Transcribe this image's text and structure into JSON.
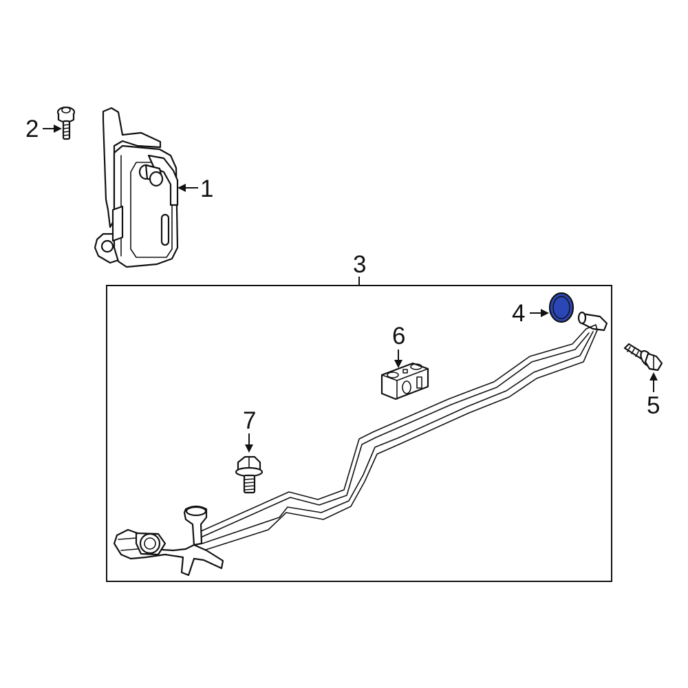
{
  "colors": {
    "background": "#ffffff",
    "line": "#111111",
    "highlight_part": "#2b47b5"
  },
  "callouts": [
    {
      "id": "1",
      "label": "1"
    },
    {
      "id": "2",
      "label": "2"
    },
    {
      "id": "3",
      "label": "3"
    },
    {
      "id": "4",
      "label": "4"
    },
    {
      "id": "5",
      "label": "5"
    },
    {
      "id": "6",
      "label": "6"
    },
    {
      "id": "7",
      "label": "7"
    }
  ],
  "highlighted_part": "4",
  "parts": [
    {
      "callout": "1",
      "icon": "oil-cooler-icon"
    },
    {
      "callout": "2",
      "icon": "bolt-icon"
    },
    {
      "callout": "3",
      "icon": "cooler-line-assembly-icon"
    },
    {
      "callout": "4",
      "icon": "seal-ring-icon"
    },
    {
      "callout": "5",
      "icon": "bolt-icon"
    },
    {
      "callout": "6",
      "icon": "line-clip-icon"
    },
    {
      "callout": "7",
      "icon": "bolt-icon"
    }
  ]
}
